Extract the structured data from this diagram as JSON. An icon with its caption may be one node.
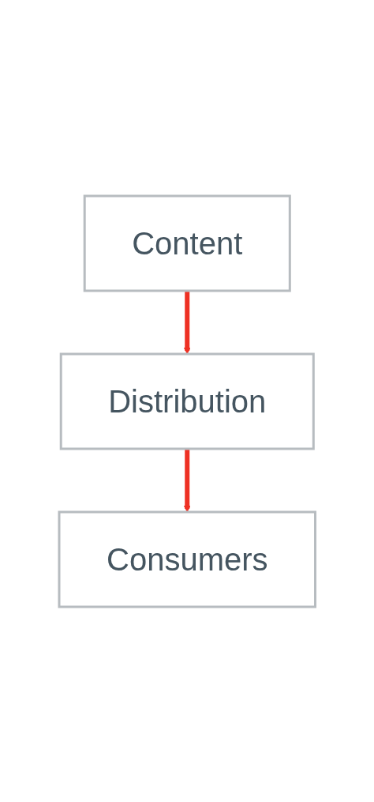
{
  "diagram": {
    "nodes": [
      {
        "text": [
          "Content"
        ]
      },
      {
        "text": [
          "Distribution"
        ]
      },
      {
        "text": [
          "Consumers"
        ]
      }
    ],
    "edges": [
      {
        "from": 0,
        "to": 1,
        "arrow": "to"
      },
      {
        "from": 1,
        "to": 2,
        "arrow": "to"
      }
    ]
  }
}
